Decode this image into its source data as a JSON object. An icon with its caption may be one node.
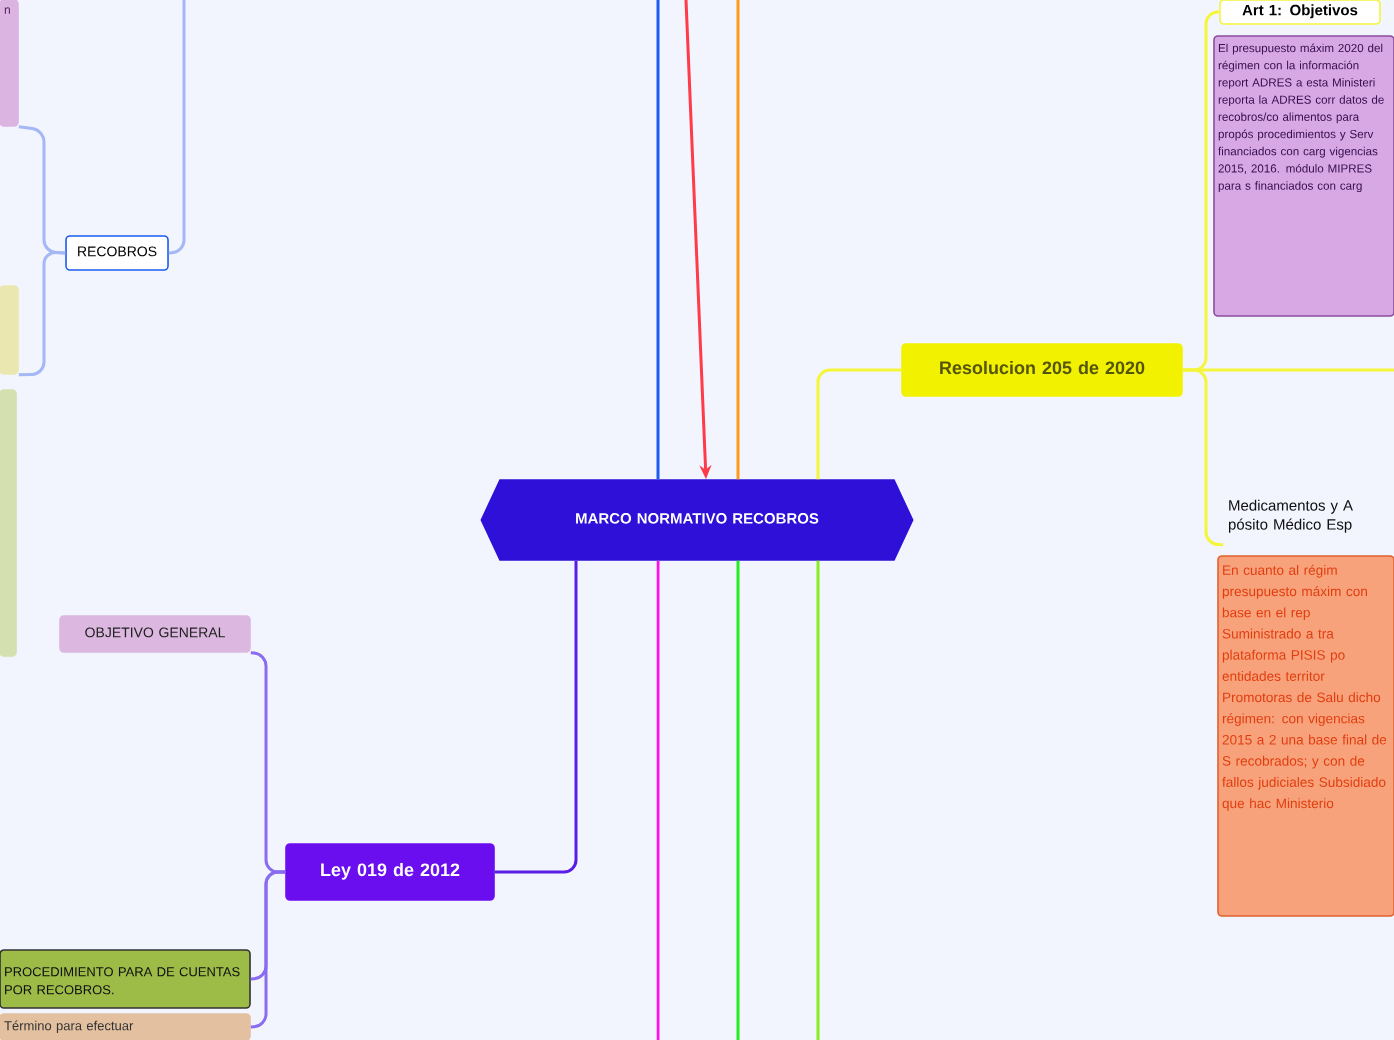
{
  "diagram": {
    "nodes": [
      {
        "text": [
          "n"
        ]
      },
      {
        "text": [
          "RECOBROS"
        ]
      },
      {
        "text": [],
        "shape": "box"
      },
      {
        "text": [],
        "shape": "box"
      },
      {
        "text": [
          "OBJETIVO GENERAL"
        ]
      },
      {
        "text": [
          "Ley 019 de 2012"
        ]
      },
      {
        "text": [
          "PROCEDIMIENTO PARA DE CUENTAS POR RECOBROS."
        ]
      },
      {
        "text": [
          "Término para efectuar"
        ]
      },
      {
        "text": [
          "MARCO NORMATIVO RECOBROS"
        ]
      },
      {
        "text": [
          "Resolucion 205 de 2020"
        ]
      },
      {
        "text": [
          "Art 1: Objetivos"
        ]
      },
      {
        "text": [
          "El presupuesto máxim 2020 del régimen con la información report ADRES a esta Ministeri reporta la ADRES corr datos de recobros/co alimentos para propós procedimientos y Serv financiados con carg vigencias 2015, 2016. módulo MIPRES para s financiados con carg"
        ]
      },
      {
        "text": [
          "Medicamentos y A pósito Médico Esp"
        ]
      },
      {
        "text": [
          "En cuanto al régim presupuesto máxim con base en el rep Suministrado a tra plataforma PISIS po entidades territor Promotoras de Salu dicho régimen: con vigencias 2015 a 2 una base final de S recobrados; y con de fallos judiciales Subsidiado que hac Ministerio"
        ]
      }
    ],
    "edges": [
      {
        "from": null,
        "to": 8,
        "arrow": "to",
        "color": "#ff3b4a"
      },
      {
        "from": 8,
        "to": null,
        "arrow": "none",
        "color": "#1b5cf0"
      },
      {
        "from": 8,
        "to": null,
        "arrow": "none",
        "color": "#ff9a1a"
      },
      {
        "from": 8,
        "to": 5,
        "arrow": "none",
        "color": "#5a1ce8"
      },
      {
        "from": 8,
        "to": null,
        "arrow": "none",
        "color": "#ff10e8"
      },
      {
        "from": 8,
        "to": null,
        "arrow": "none",
        "color": "#22ee22"
      },
      {
        "from": 8,
        "to": null,
        "arrow": "none",
        "color": "#88ee22"
      },
      {
        "from": 8,
        "to": 9,
        "arrow": "none",
        "color": "#f5f53a"
      },
      {
        "from": 9,
        "to": 10,
        "arrow": "none",
        "color": "#f5f53a"
      },
      {
        "from": 9,
        "to": 12,
        "arrow": "none",
        "color": "#f5f53a"
      },
      {
        "from": 9,
        "to": null,
        "arrow": "none",
        "color": "#f5f53a"
      },
      {
        "from": 5,
        "to": 4,
        "arrow": "none",
        "color": "#8a6cf0"
      },
      {
        "from": 5,
        "to": 6,
        "arrow": "none",
        "color": "#8a6cf0"
      },
      {
        "from": 5,
        "to": 7,
        "arrow": "none",
        "color": "#8a6cf0"
      },
      {
        "from": 1,
        "to": null,
        "arrow": "none",
        "color": "#a4b8f5"
      },
      {
        "from": 1,
        "to": 2,
        "arrow": "none",
        "color": "#a4b8f5"
      },
      {
        "from": 1,
        "to": 0,
        "arrow": "none",
        "color": "#a4b8f5"
      }
    ]
  }
}
